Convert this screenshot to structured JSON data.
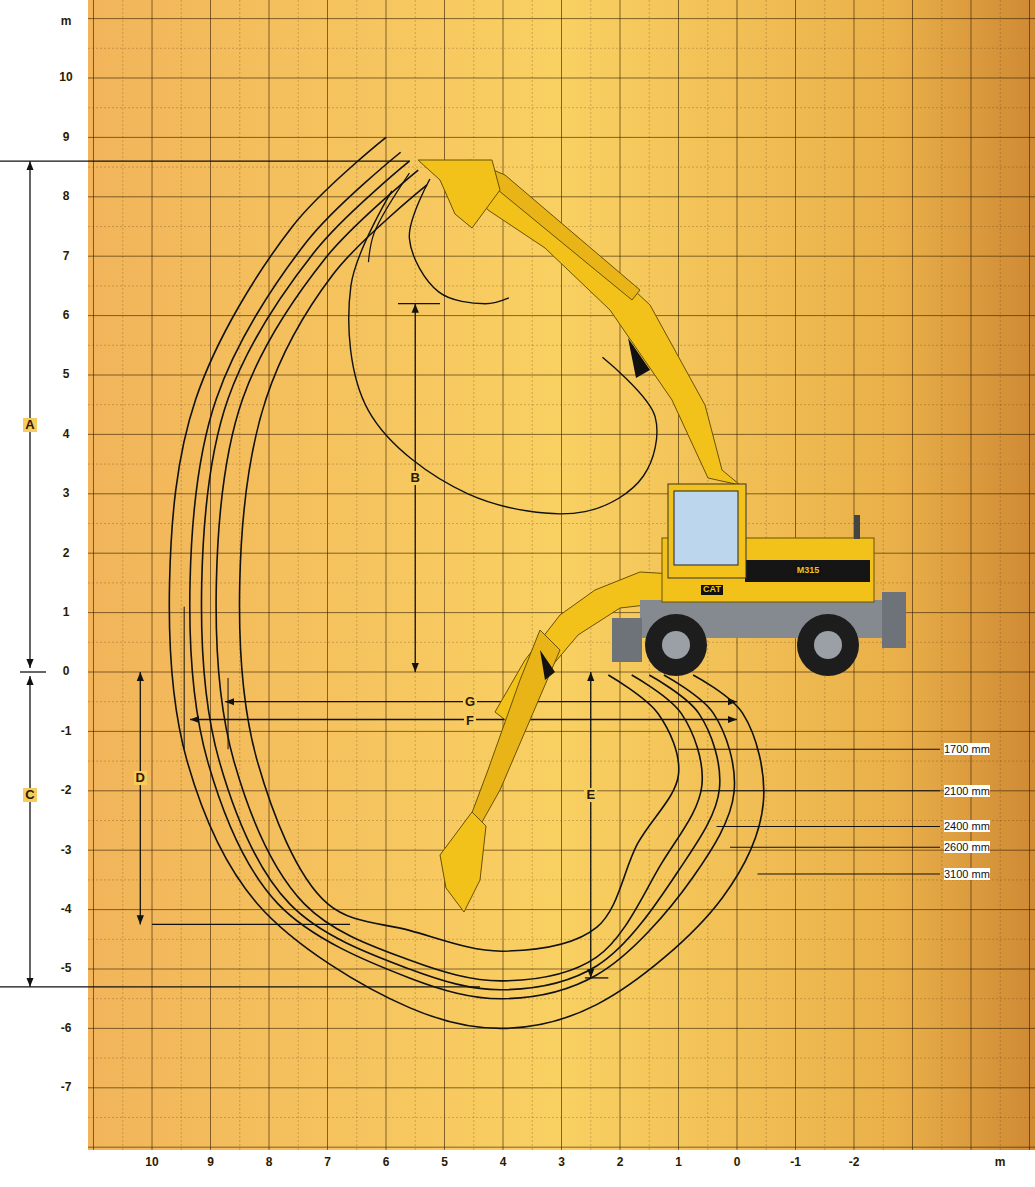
{
  "diagram": {
    "labels": [
      "m",
      "10",
      "9",
      "8",
      "7",
      "6",
      "5",
      "4",
      "3",
      "2",
      "1",
      "0",
      "-1",
      "-2",
      "-3",
      "-4",
      "-5",
      "-6",
      "-7",
      "10",
      "9",
      "8",
      "7",
      "6",
      "5",
      "4",
      "3",
      "2",
      "1",
      "0",
      "-1",
      "-2",
      "m",
      "A",
      "B",
      "C",
      "D",
      "E",
      "G",
      "F",
      "1700 mm",
      "2100 mm",
      "2400 mm",
      "2600 mm",
      "3100 mm",
      "CAT",
      "M315"
    ]
  }
}
